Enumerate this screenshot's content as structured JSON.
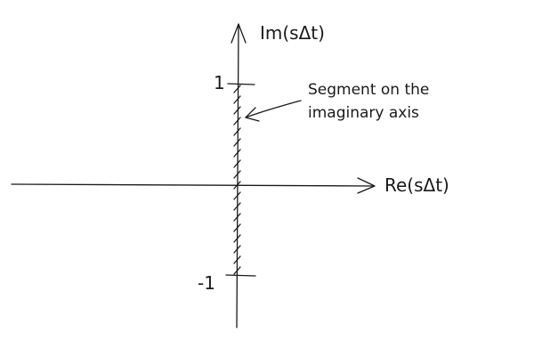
{
  "axes": {
    "imag_label": "Im(sΔt)",
    "real_label": "Re(sΔt)"
  },
  "ticks": {
    "upper": "1",
    "lower": "-1"
  },
  "annotation": {
    "line1": "Segment on the",
    "line2": "imaginary axis"
  },
  "colors": {
    "ink": "#1a1a1a",
    "background": "#ffffff"
  }
}
